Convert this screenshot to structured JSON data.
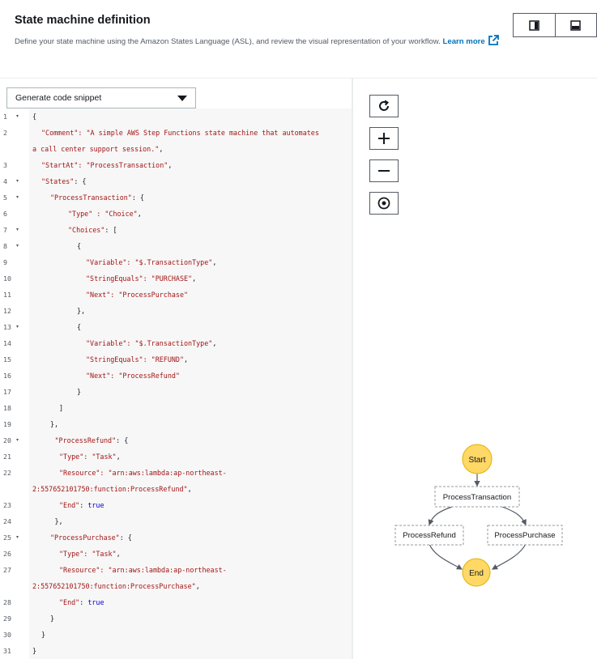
{
  "header": {
    "title": "State machine definition",
    "description": "Define your state machine using the Amazon States Language (ASL), and review the visual representation of your workflow.",
    "learn_more": "Learn more"
  },
  "view_toggle": {
    "split_icon": "split-view-icon",
    "stacked_icon": "stacked-view-icon"
  },
  "editor": {
    "snippet_label": "Generate code snippet",
    "lines": [
      {
        "n": "1",
        "fold": true,
        "indent": 0,
        "parts": [
          [
            "p",
            "{"
          ]
        ]
      },
      {
        "n": "2",
        "fold": false,
        "indent": 1,
        "parts": [
          [
            "s",
            "\"Comment\": \"A simple AWS Step Functions state machine that automates"
          ]
        ]
      },
      {
        "n": "",
        "fold": false,
        "indent": 0,
        "parts": [
          [
            "s",
            "a call center support session.\""
          ],
          [
            "p",
            ","
          ]
        ]
      },
      {
        "n": "3",
        "fold": false,
        "indent": 1,
        "parts": [
          [
            "s",
            "\"StartAt\": \"ProcessTransaction\""
          ],
          [
            "p",
            ","
          ]
        ]
      },
      {
        "n": "4",
        "fold": true,
        "indent": 1,
        "parts": [
          [
            "s",
            "\"States\""
          ],
          [
            "p",
            ": {"
          ]
        ]
      },
      {
        "n": "5",
        "fold": true,
        "indent": 2,
        "parts": [
          [
            "s",
            "\"ProcessTransaction\""
          ],
          [
            "p",
            ": {"
          ]
        ]
      },
      {
        "n": "6",
        "fold": false,
        "indent": 4,
        "parts": [
          [
            "s",
            "\"Type\" : \"Choice\""
          ],
          [
            "p",
            ","
          ]
        ]
      },
      {
        "n": "7",
        "fold": true,
        "indent": 4,
        "parts": [
          [
            "s",
            "\"Choices\""
          ],
          [
            "p",
            ": ["
          ]
        ]
      },
      {
        "n": "8",
        "fold": true,
        "indent": 5,
        "parts": [
          [
            "p",
            "{"
          ]
        ]
      },
      {
        "n": "9",
        "fold": false,
        "indent": 6,
        "parts": [
          [
            "s",
            "\"Variable\": \"$.TransactionType\""
          ],
          [
            "p",
            ","
          ]
        ]
      },
      {
        "n": "10",
        "fold": false,
        "indent": 6,
        "parts": [
          [
            "s",
            "\"StringEquals\": \"PURCHASE\""
          ],
          [
            "p",
            ","
          ]
        ]
      },
      {
        "n": "11",
        "fold": false,
        "indent": 6,
        "parts": [
          [
            "s",
            "\"Next\": \"ProcessPurchase\""
          ]
        ]
      },
      {
        "n": "12",
        "fold": false,
        "indent": 5,
        "parts": [
          [
            "p",
            "},"
          ]
        ]
      },
      {
        "n": "13",
        "fold": true,
        "indent": 5,
        "parts": [
          [
            "p",
            "{"
          ]
        ]
      },
      {
        "n": "14",
        "fold": false,
        "indent": 6,
        "parts": [
          [
            "s",
            "\"Variable\": \"$.TransactionType\""
          ],
          [
            "p",
            ","
          ]
        ]
      },
      {
        "n": "15",
        "fold": false,
        "indent": 6,
        "parts": [
          [
            "s",
            "\"StringEquals\": \"REFUND\""
          ],
          [
            "p",
            ","
          ]
        ]
      },
      {
        "n": "16",
        "fold": false,
        "indent": 6,
        "parts": [
          [
            "s",
            "\"Next\": \"ProcessRefund\""
          ]
        ]
      },
      {
        "n": "17",
        "fold": false,
        "indent": 5,
        "parts": [
          [
            "p",
            "}"
          ]
        ]
      },
      {
        "n": "18",
        "fold": false,
        "indent": 3,
        "parts": [
          [
            "p",
            "]"
          ]
        ]
      },
      {
        "n": "19",
        "fold": false,
        "indent": 2,
        "parts": [
          [
            "p",
            "},"
          ]
        ]
      },
      {
        "n": "20",
        "fold": true,
        "indent": 2.5,
        "parts": [
          [
            "s",
            "\"ProcessRefund\""
          ],
          [
            "p",
            ": {"
          ]
        ]
      },
      {
        "n": "21",
        "fold": false,
        "indent": 3,
        "parts": [
          [
            "s",
            "\"Type\": \"Task\""
          ],
          [
            "p",
            ","
          ]
        ]
      },
      {
        "n": "22",
        "fold": false,
        "indent": 3,
        "parts": [
          [
            "s",
            "\"Resource\": \"arn:aws:lambda:ap-northeast-"
          ]
        ]
      },
      {
        "n": "",
        "fold": false,
        "indent": 0,
        "parts": [
          [
            "s",
            "2:557652101750:function:ProcessRefund\""
          ],
          [
            "p",
            ","
          ]
        ]
      },
      {
        "n": "23",
        "fold": false,
        "indent": 3,
        "parts": [
          [
            "s",
            "\"End\""
          ],
          [
            "p",
            ": "
          ],
          [
            "k",
            "true"
          ]
        ]
      },
      {
        "n": "24",
        "fold": false,
        "indent": 2.5,
        "parts": [
          [
            "p",
            "},"
          ]
        ]
      },
      {
        "n": "25",
        "fold": true,
        "indent": 2,
        "parts": [
          [
            "s",
            "\"ProcessPurchase\""
          ],
          [
            "p",
            ": {"
          ]
        ]
      },
      {
        "n": "26",
        "fold": false,
        "indent": 3,
        "parts": [
          [
            "s",
            "\"Type\": \"Task\""
          ],
          [
            "p",
            ","
          ]
        ]
      },
      {
        "n": "27",
        "fold": false,
        "indent": 3,
        "parts": [
          [
            "s",
            "\"Resource\": \"arn:aws:lambda:ap-northeast-"
          ]
        ]
      },
      {
        "n": "",
        "fold": false,
        "indent": 0,
        "parts": [
          [
            "s",
            "2:557652101750:function:ProcessPurchase\""
          ],
          [
            "p",
            ","
          ]
        ]
      },
      {
        "n": "28",
        "fold": false,
        "indent": 3,
        "parts": [
          [
            "s",
            "\"End\""
          ],
          [
            "p",
            ": "
          ],
          [
            "k",
            "true"
          ]
        ]
      },
      {
        "n": "29",
        "fold": false,
        "indent": 2,
        "parts": [
          [
            "p",
            "}"
          ]
        ]
      },
      {
        "n": "30",
        "fold": false,
        "indent": 1,
        "parts": [
          [
            "p",
            "}"
          ]
        ]
      },
      {
        "n": "31",
        "fold": false,
        "indent": 0,
        "parts": [
          [
            "p",
            "}"
          ]
        ]
      }
    ]
  },
  "graph": {
    "controls": [
      "refresh-icon",
      "zoom-in-icon",
      "zoom-out-icon",
      "center-icon"
    ],
    "nodes": {
      "start": "Start",
      "process_transaction": "ProcessTransaction",
      "process_refund": "ProcessRefund",
      "process_purchase": "ProcessPurchase",
      "end": "End"
    }
  },
  "colors": {
    "link": "#0073bb",
    "terminal_node": "#ffd866",
    "terminal_stroke": "#e2b100",
    "string": "#a31515",
    "keyword": "#0000cc"
  }
}
